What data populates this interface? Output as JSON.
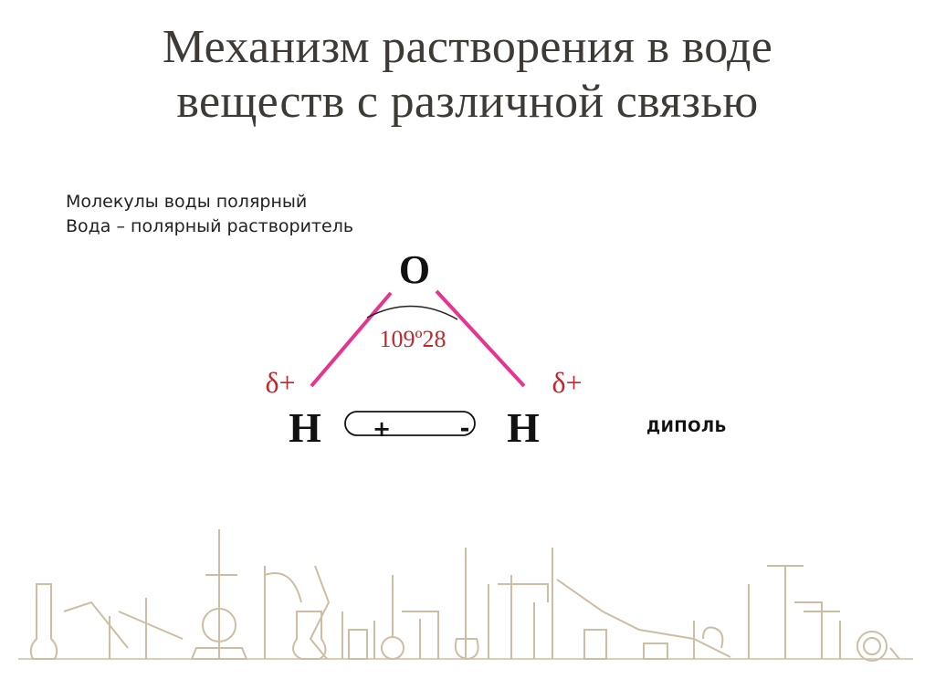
{
  "slide": {
    "title_line1": "Механизм растворения в воде",
    "title_line2": "веществ с различной связью",
    "subtitle_line1": "Молекулы воды полярный",
    "subtitle_line2": "Вода – полярный растворитель"
  },
  "molecule": {
    "oxygen": "O",
    "hydrogen_left": "H",
    "hydrogen_right": "H",
    "angle": "109º28",
    "delta_left": "δ+",
    "delta_right": "δ+",
    "dipole_plus": "+",
    "dipole_minus": "-",
    "dipole_label": "ДИПОЛЬ"
  },
  "colors": {
    "title": "#3e3a36",
    "bond": "#e8338f",
    "charge": "#c0282d",
    "art": "#c8b89a"
  }
}
